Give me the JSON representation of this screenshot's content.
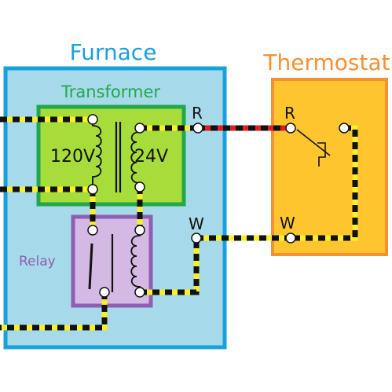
{
  "furnace": {
    "title": "Furnace",
    "fill": "#a6d9ea",
    "border": "#1aa0dc",
    "title_color": "#1aa0dc"
  },
  "thermostat": {
    "title": "Thermostat",
    "fill": "#fec62e",
    "border": "#f59133",
    "title_color": "#f59133"
  },
  "transformer": {
    "title": "Transformer",
    "primary": "120V",
    "secondary": "24V",
    "fill": "#a7dd3a",
    "border": "#22a84a",
    "title_color": "#22a84a"
  },
  "relay": {
    "title": "Relay",
    "fill": "#d5b9e5",
    "border": "#8d5fb2",
    "title_color": "#8d5fb2"
  },
  "terminals": {
    "furnace_r": "R",
    "furnace_w": "W",
    "thermostat_r": "R",
    "thermostat_w": "W"
  },
  "wires": {
    "yellow": "#f7ef27",
    "black": "#111111",
    "red": "#e02020"
  }
}
